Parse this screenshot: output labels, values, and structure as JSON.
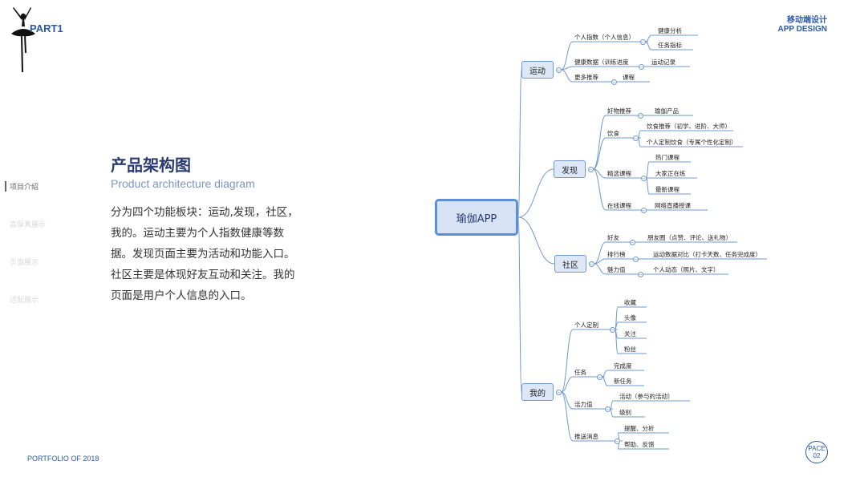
{
  "header": {
    "part": "PART1",
    "title_cn": "移动端设计",
    "title_en": "APP DESIGN"
  },
  "nav": [
    {
      "label": "项目介绍",
      "active": true
    },
    {
      "label": "高保真展示"
    },
    {
      "label": "页面展示"
    },
    {
      "label": "适配展示"
    }
  ],
  "main": {
    "title_cn": "产品架构图",
    "title_en": "Product architecture diagram",
    "description": "分为四个功能板块：运动,发现，社区，我的。运动主要为个人指数健康等数据。发现页面主要为活动和功能入口。社区主要是体现好友互动和关注。我的页面是用户个人信息的入口。"
  },
  "footer": {
    "portfolio": "PORTFOLIO OF 2018",
    "page_label": "PACE",
    "page_num": "02"
  },
  "mindmap": {
    "root": "瑜伽APP",
    "branches": [
      {
        "label": "运动",
        "children": [
          {
            "label": "个人指数（个人信息）",
            "children": [
              "健康分析",
              "任务指标"
            ]
          },
          {
            "label": "健康数据（训练进度",
            "children": [
              "运动记录"
            ]
          },
          {
            "label": "更多推荐",
            "children": [
              "课程"
            ]
          }
        ]
      },
      {
        "label": "发现",
        "children": [
          {
            "label": "好物推荐",
            "children": [
              "瑜伽产品"
            ]
          },
          {
            "label": "饮食",
            "children": [
              "饮食推荐（初学、进阶、大师）",
              "个人定制饮食（专属个性化定制）"
            ]
          },
          {
            "label": "精选课程",
            "children": [
              "热门课程",
              "大家正在练",
              "最新课程"
            ]
          },
          {
            "label": "在线课程",
            "children": [
              "网络直播授课"
            ]
          }
        ]
      },
      {
        "label": "社区",
        "children": [
          {
            "label": "好友",
            "children": [
              "朋友圈（点赞、评论、送礼物）"
            ]
          },
          {
            "label": "排行榜",
            "children": [
              "运动数据对比（打卡天数、任务完成度）"
            ]
          },
          {
            "label": "魅力值",
            "children": [
              "个人动态（照片、文字）"
            ]
          }
        ]
      },
      {
        "label": "我的",
        "children": [
          {
            "label": "个人定制",
            "children": [
              "收藏",
              "头像",
              "关注",
              "粉丝"
            ]
          },
          {
            "label": "任务",
            "children": [
              "完成度",
              "新任务"
            ]
          },
          {
            "label": "活力值",
            "children": [
              "活动（参与的活动）",
              "级别"
            ]
          },
          {
            "label": "推送消息",
            "children": [
              "提醒、分析",
              "帮助、反馈"
            ]
          }
        ]
      }
    ]
  },
  "colors": {
    "accent": "#2d5aa8",
    "line": "#6f98d3",
    "node_fill": "#dde7f5"
  }
}
